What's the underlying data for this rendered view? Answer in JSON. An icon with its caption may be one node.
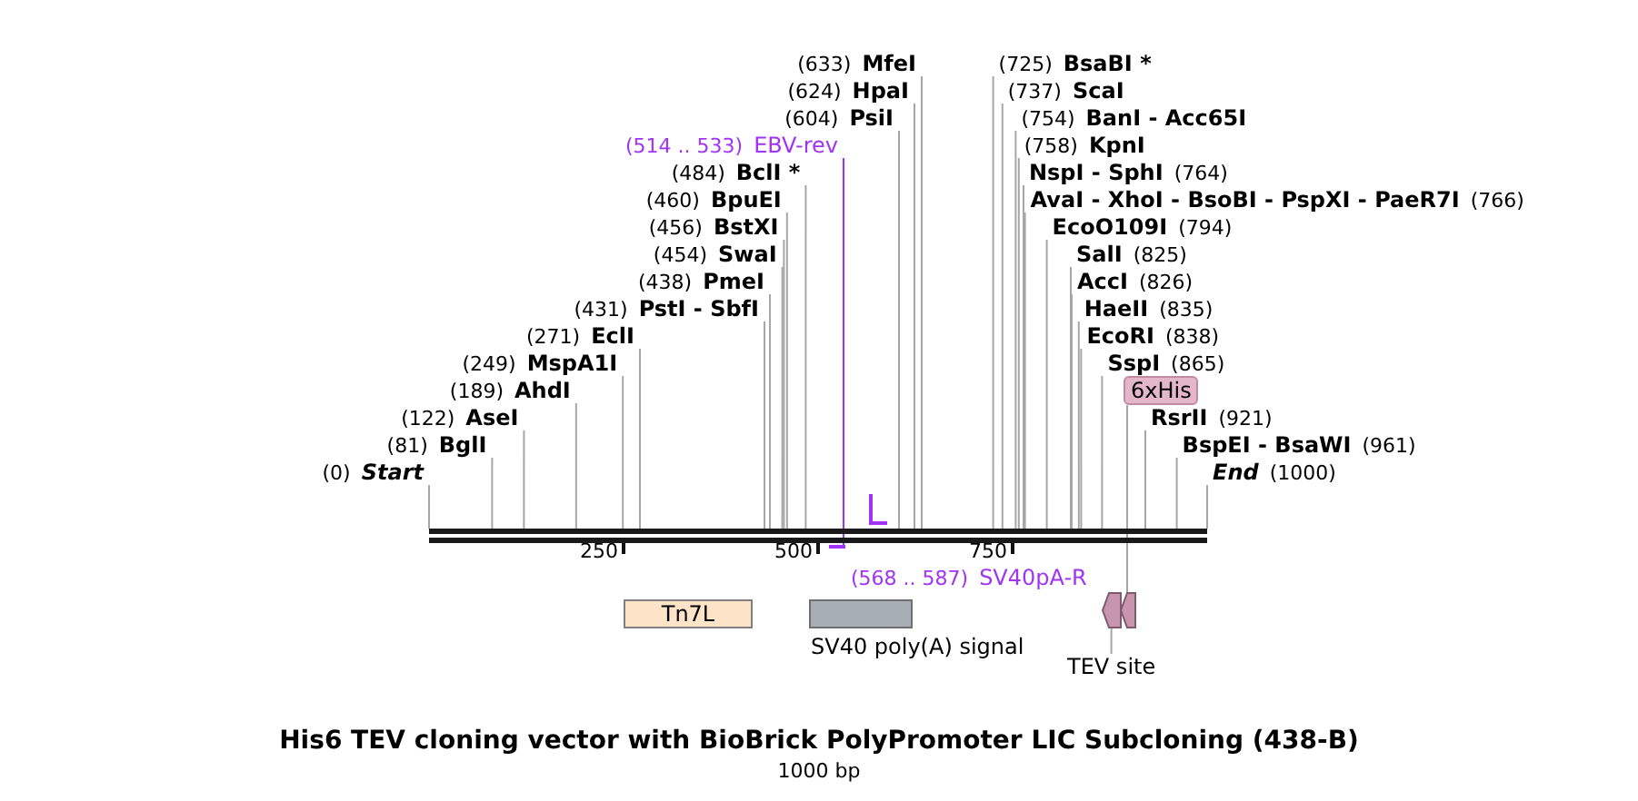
{
  "diagram": {
    "title": "His6 TEV cloning vector with BioBrick PolyPromoter LIC Subcloning (438-B)",
    "caption": "1000 bp",
    "nodes": [
      {
        "text": [
          "(633)",
          "MfeI"
        ]
      },
      {
        "text": [
          "(725)",
          "BsaBI *"
        ]
      },
      {
        "text": [
          "(624)",
          "HpaI"
        ]
      },
      {
        "text": [
          "(737)",
          "ScaI"
        ]
      },
      {
        "text": [
          "(604)",
          "PsiI"
        ]
      },
      {
        "text": [
          "(754)",
          "BanI - Acc65I"
        ]
      },
      {
        "text": [
          "(514 .. 533)",
          "EBV-rev"
        ]
      },
      {
        "text": [
          "(758)",
          "KpnI"
        ]
      },
      {
        "text": [
          "(484)",
          "BclI *"
        ]
      },
      {
        "text": [
          "NspI - SphI",
          "(764)"
        ]
      },
      {
        "text": [
          "(460)",
          "BpuEI"
        ]
      },
      {
        "text": [
          "AvaI - XhoI - BsoBI - PspXI - PaeR7I",
          "(766)"
        ]
      },
      {
        "text": [
          "(456)",
          "BstXI"
        ]
      },
      {
        "text": [
          "EcoO109I",
          "(794)"
        ]
      },
      {
        "text": [
          "(454)",
          "SwaI"
        ]
      },
      {
        "text": [
          "SalI",
          "(825)"
        ]
      },
      {
        "text": [
          "(438)",
          "PmeI"
        ]
      },
      {
        "text": [
          "AccI",
          "(826)"
        ]
      },
      {
        "text": [
          "(431)",
          "PstI - SbfI"
        ]
      },
      {
        "text": [
          "HaeII",
          "(835)"
        ]
      },
      {
        "text": [
          "(271)",
          "EclI"
        ]
      },
      {
        "text": [
          "EcoRI",
          "(838)"
        ]
      },
      {
        "text": [
          "(249)",
          "MspA1I"
        ]
      },
      {
        "text": [
          "SspI",
          "(865)"
        ]
      },
      {
        "text": [
          "(189)",
          "AhdI"
        ]
      },
      {
        "text": [
          "6xHis"
        ]
      },
      {
        "text": [
          "(122)",
          "AseI"
        ]
      },
      {
        "text": [
          "RsrII",
          "(921)"
        ]
      },
      {
        "text": [
          "(81)",
          "BglI"
        ]
      },
      {
        "text": [
          "BspEI - BsaWI",
          "(961)"
        ]
      },
      {
        "text": [
          "(0)",
          "Start"
        ]
      },
      {
        "text": [
          "End",
          "(1000)"
        ]
      },
      {
        "text": [],
        "shape": "hook"
      },
      {
        "text": [],
        "shape": "bar"
      },
      {
        "text": [],
        "shape": "hook"
      },
      {
        "text": [
          "(568 .. 587)",
          "SV40pA-R"
        ]
      },
      {
        "text": [
          "Tn7L"
        ]
      },
      {
        "text": [],
        "shape": "box",
        "beside": [
          "SV40 poly(A) signal"
        ]
      },
      {
        "text": [],
        "shape": "pentagon"
      },
      {
        "text": [],
        "shape": "pentagon"
      },
      {
        "text": [
          "TEV site"
        ]
      }
    ],
    "edges": [
      {
        "from": 0,
        "to": 33,
        "arrow": "none"
      },
      {
        "from": 1,
        "to": 33,
        "arrow": "none"
      },
      {
        "from": 2,
        "to": 33,
        "arrow": "none"
      },
      {
        "from": 3,
        "to": 33,
        "arrow": "none"
      },
      {
        "from": 4,
        "to": 33,
        "arrow": "none"
      },
      {
        "from": 5,
        "to": 33,
        "arrow": "none"
      },
      {
        "from": 6,
        "to": 34,
        "arrow": "none",
        "color": "#a033f5"
      },
      {
        "from": 7,
        "to": 33,
        "arrow": "none"
      },
      {
        "from": 8,
        "to": 33,
        "arrow": "none"
      },
      {
        "from": 9,
        "to": 33,
        "arrow": "none"
      },
      {
        "from": 10,
        "to": 33,
        "arrow": "none"
      },
      {
        "from": 11,
        "to": 33,
        "arrow": "none"
      },
      {
        "from": 12,
        "to": 33,
        "arrow": "none"
      },
      {
        "from": 13,
        "to": 33,
        "arrow": "none"
      },
      {
        "from": 14,
        "to": 33,
        "arrow": "none"
      },
      {
        "from": 15,
        "to": 33,
        "arrow": "none"
      },
      {
        "from": 16,
        "to": 33,
        "arrow": "none"
      },
      {
        "from": 17,
        "to": 33,
        "arrow": "none"
      },
      {
        "from": 18,
        "to": 33,
        "arrow": "none"
      },
      {
        "from": 19,
        "to": 33,
        "arrow": "none"
      },
      {
        "from": 20,
        "to": 33,
        "arrow": "none"
      },
      {
        "from": 21,
        "to": 33,
        "arrow": "none"
      },
      {
        "from": 22,
        "to": 33,
        "arrow": "none"
      },
      {
        "from": 23,
        "to": 33,
        "arrow": "none"
      },
      {
        "from": 24,
        "to": 33,
        "arrow": "none"
      },
      {
        "from": 25,
        "to": 39,
        "arrow": "none"
      },
      {
        "from": 26,
        "to": 33,
        "arrow": "none"
      },
      {
        "from": 27,
        "to": 33,
        "arrow": "none"
      },
      {
        "from": 28,
        "to": 33,
        "arrow": "none"
      },
      {
        "from": 29,
        "to": 33,
        "arrow": "none"
      },
      {
        "from": 30,
        "to": 33,
        "arrow": "none"
      },
      {
        "from": 31,
        "to": 33,
        "arrow": "none"
      },
      {
        "from": 40,
        "to": 38,
        "arrow": "none"
      }
    ],
    "labels": [
      "250",
      "500",
      "750"
    ]
  }
}
